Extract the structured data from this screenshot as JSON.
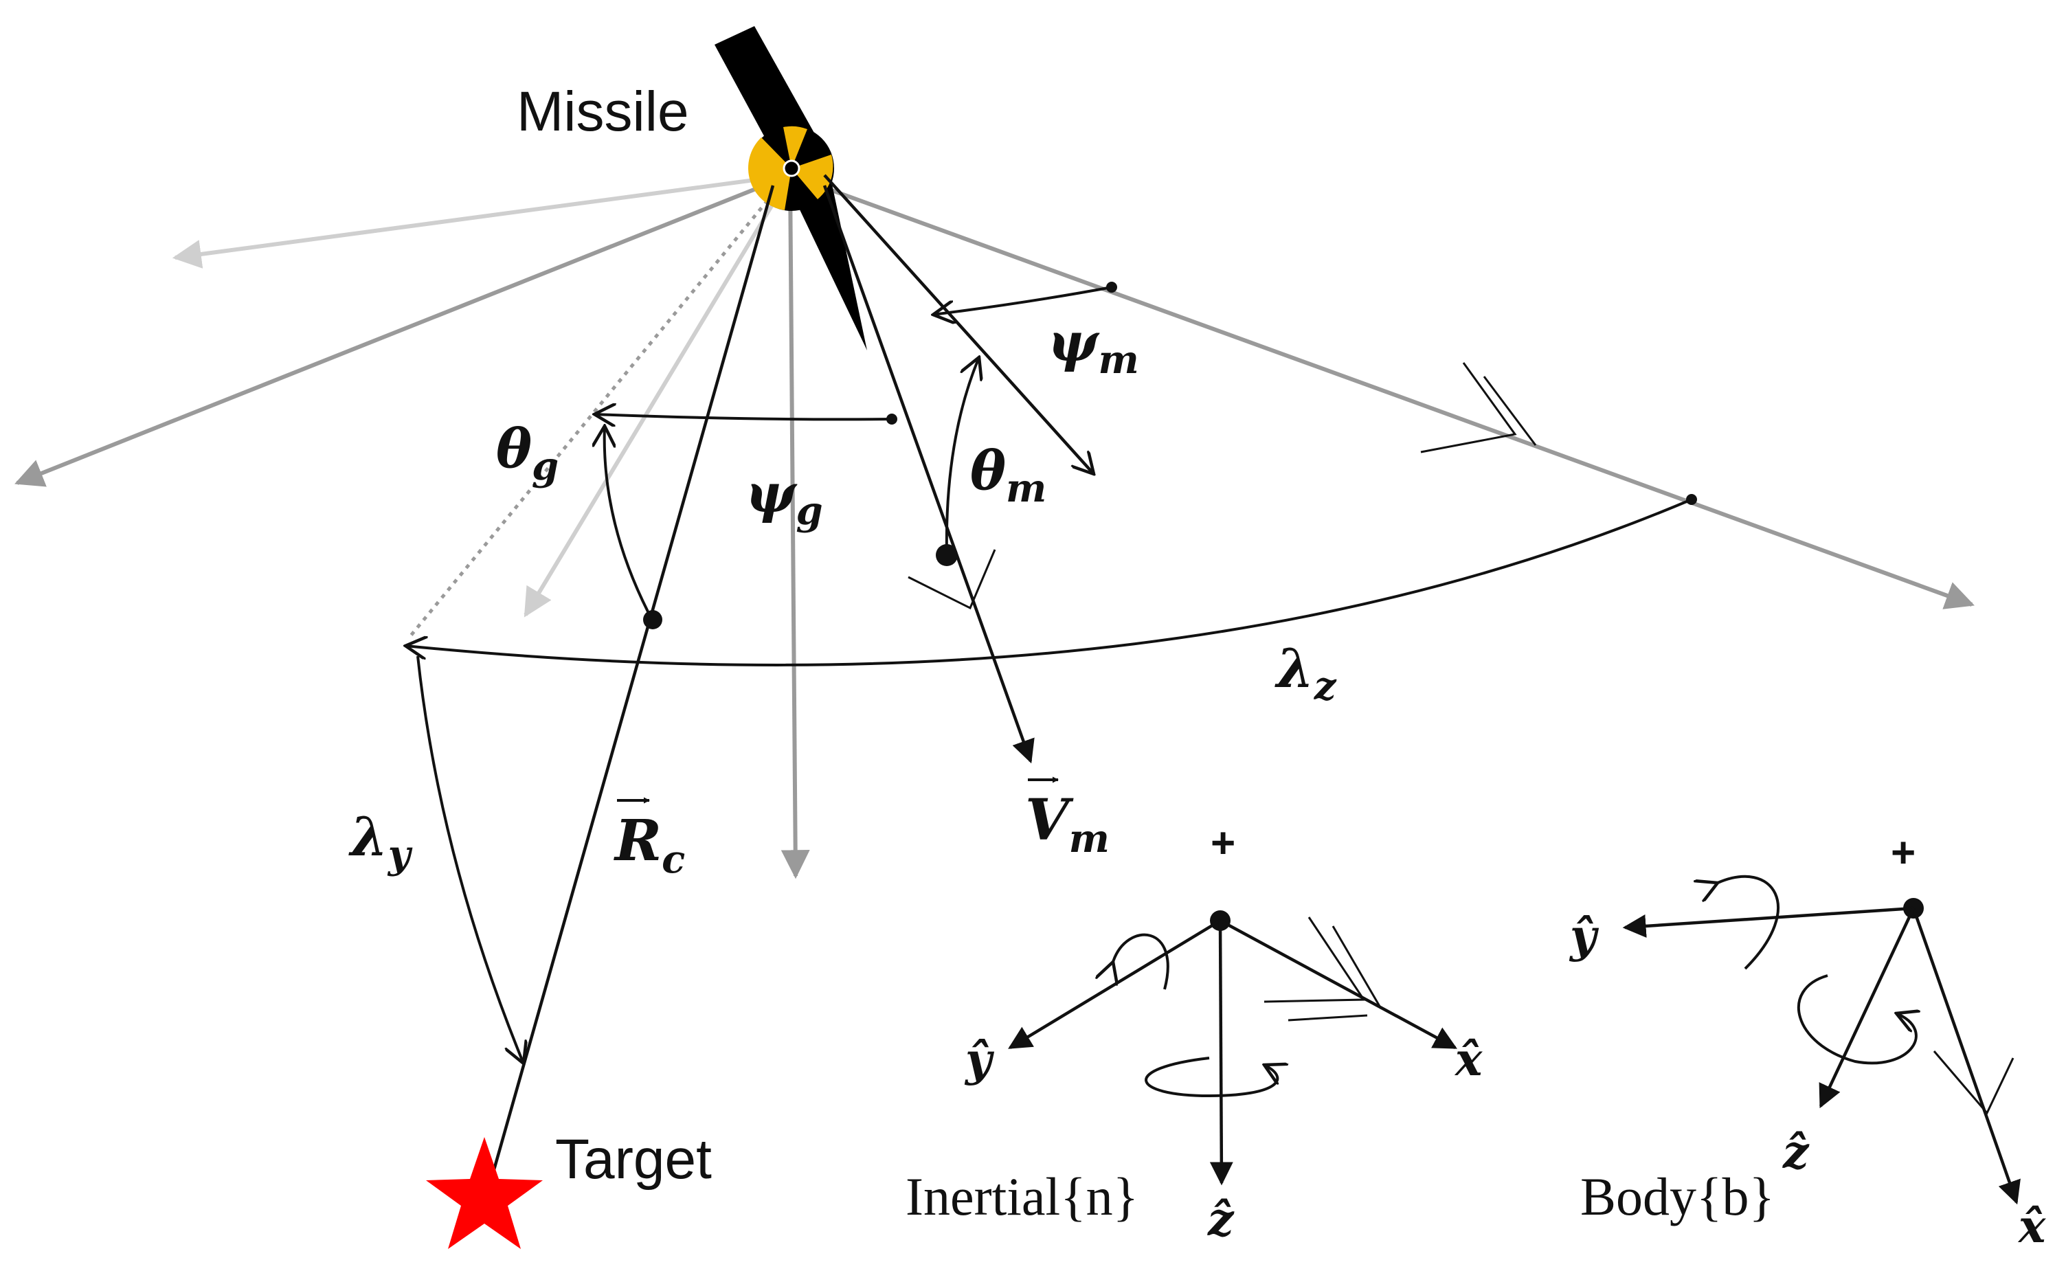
{
  "labels": {
    "missile": "Missile",
    "target": "Target",
    "psi_m": "ψ",
    "psi_m_sub": "m",
    "theta_g": "θ",
    "theta_g_sub": "g",
    "psi_g": "ψ",
    "psi_g_sub": "g",
    "theta_m": "θ",
    "theta_m_sub": "m",
    "lambda_z": "λ",
    "lambda_z_sub": "z",
    "lambda_y": "λ",
    "lambda_y_sub": "y",
    "v_m": "V",
    "v_m_sub": "m",
    "r_c": "R",
    "r_c_sub": "c"
  },
  "frames": {
    "inertial": {
      "name": "Inertial{n}",
      "plus": "+",
      "x_axis": "x̂",
      "y_axis": "ŷ",
      "z_axis": "ẑ"
    },
    "body": {
      "name": "Body{b}",
      "plus": "+",
      "x_axis": "x̂",
      "y_axis": "ŷ",
      "z_axis": "ẑ"
    }
  },
  "colors": {
    "line": "#111111",
    "gray_line": "#9a9a9a",
    "light_gray_line": "#cfcfcf",
    "missile_body": "#000000",
    "gimbal_accent": "#f2b705",
    "target_star": "#ff0000"
  }
}
